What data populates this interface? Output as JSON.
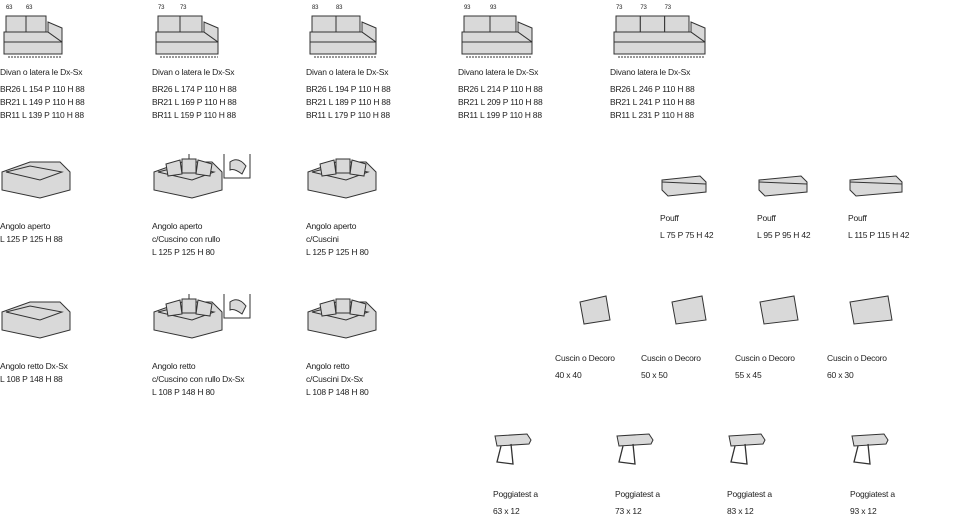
{
  "sofas": [
    {
      "label": "Divan o latera  le Dx-Sx",
      "seats": [
        "63",
        "63"
      ],
      "dims": [
        "BR26   L 154 P 110 H 88",
        "BR21   L 149 P 110 H 88",
        "BR11   L 139 P 110 H 88"
      ]
    },
    {
      "label": "Divan o latera  le Dx-Sx",
      "seats": [
        "73",
        "73"
      ],
      "dims": [
        "BR26   L 174 P 110 H 88",
        "BR21   L 169 P 110 H 88",
        "BR11   L 159 P 110 H 88"
      ]
    },
    {
      "label": "Divan o latera  le Dx-Sx",
      "seats": [
        "83",
        "83"
      ],
      "dims": [
        "BR26   L 194 P 110 H 88",
        "BR21   L 189 P 110 H 88",
        "BR11   L 179 P 110 H 88"
      ]
    },
    {
      "label": "Divano  latera  le Dx-Sx",
      "seats": [
        "93",
        "93"
      ],
      "dims": [
        "BR26   L 214 P 110 H 88",
        "BR21   L 209 P 110 H 88",
        "BR11   L 199 P 110 H 88"
      ]
    },
    {
      "label": "Divano  latera  le Dx-Sx",
      "seats": [
        "73",
        "73",
        "73"
      ],
      "dims": [
        "BR26   L 246 P 110 H 88",
        "BR21   L 241 P 110 H 88",
        "BR11   L 231 P 110 H 88"
      ]
    }
  ],
  "corners": [
    {
      "lines": [
        "Angolo aperto",
        "L 125 P 125 H 88"
      ]
    },
    {
      "lines": [
        "Angolo aperto",
        "c/Cuscino con rullo",
        "L 125 P 125 H 80"
      ]
    },
    {
      "lines": [
        "Angolo aperto",
        "c/Cuscini",
        "L 125 P 125 H 80"
      ]
    },
    {
      "lines": [
        "Angolo retto Dx-Sx",
        "L 108 P 148 H 88"
      ]
    },
    {
      "lines": [
        "Angolo retto",
        "c/Cuscino con rullo Dx-Sx",
        "L 108 P 148 H 80"
      ]
    },
    {
      "lines": [
        "Angolo retto",
        "c/Cuscini Dx-Sx",
        "L 108 P 148 H 80"
      ]
    }
  ],
  "pouffs": [
    {
      "label": "Pouff",
      "dims": "L 75 P 75 H 42"
    },
    {
      "label": "Pouff",
      "dims": "L 95 P 95 H 42"
    },
    {
      "label": "Pouff",
      "dims": "L 115 P 115 H 42"
    }
  ],
  "cushions": [
    {
      "label": "Cuscin o Decoro",
      "dims": "40 x 40"
    },
    {
      "label": "Cuscin o Decoro",
      "dims": "50 x 50"
    },
    {
      "label": "Cuscin o Decoro",
      "dims": "55 x 45"
    },
    {
      "label": "Cuscin o Decoro",
      "dims": "60 x 30"
    }
  ],
  "headrests": [
    {
      "label": "Poggiatest a",
      "dims": "63 x 12"
    },
    {
      "label": "Poggiatest a",
      "dims": "73 x 12"
    },
    {
      "label": "Poggiatest a",
      "dims": "83 x 12"
    },
    {
      "label": "Poggiatest a",
      "dims": "93 x 12"
    }
  ]
}
